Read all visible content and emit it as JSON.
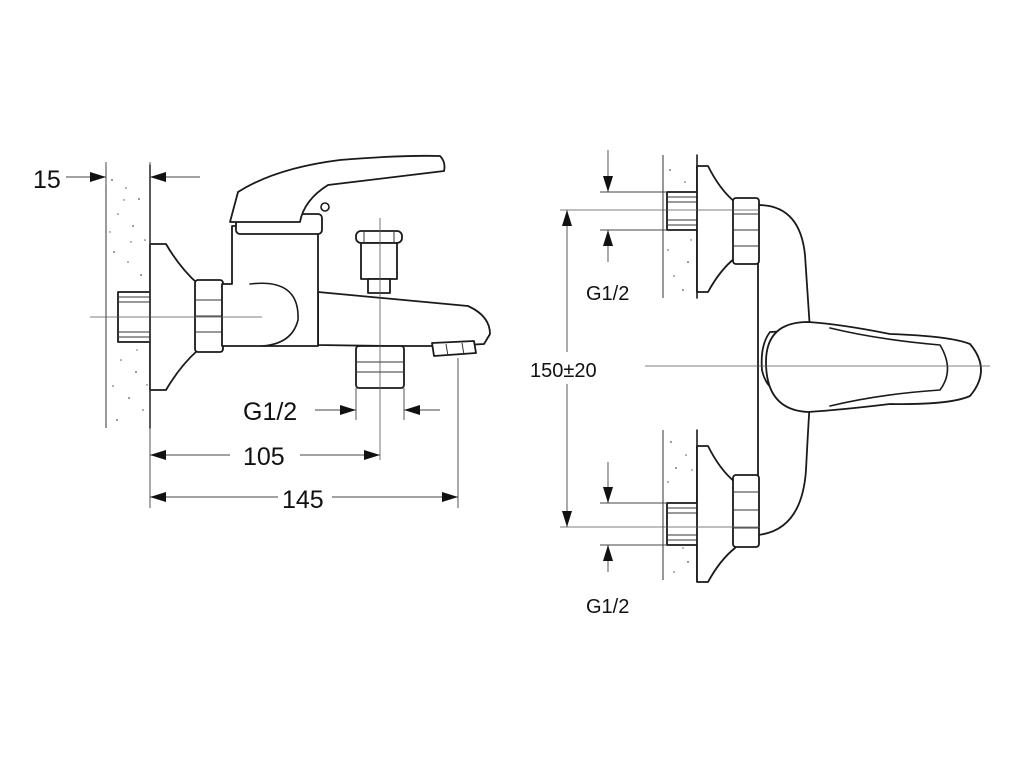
{
  "side_view": {
    "dim_wall": "15",
    "dim_outlet": "G1/2",
    "dim_center": "105",
    "dim_total": "145"
  },
  "front_view": {
    "dim_spacing": "150±20",
    "dim_inlet_top": "G1/2",
    "dim_inlet_bottom": "G1/2"
  },
  "colors": {
    "line": "#1a1a1a",
    "background": "#ffffff"
  }
}
